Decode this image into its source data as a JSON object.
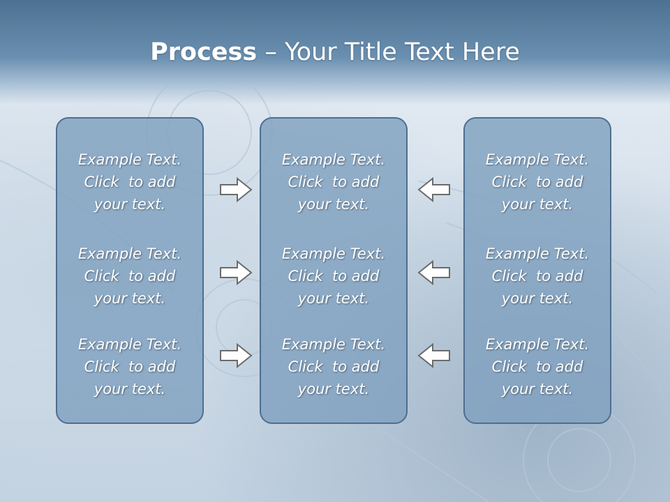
{
  "slide": {
    "title_bold": "Process",
    "title_rest": " – Your Title Text Here"
  },
  "columns": [
    {
      "items": [
        {
          "line1": "Example Text.",
          "line2": "Click  to add",
          "line3": "your text."
        },
        {
          "line1": "Example Text.",
          "line2": "Click  to add",
          "line3": "your text."
        },
        {
          "line1": "Example Text.",
          "line2": "Click  to add",
          "line3": "your text."
        }
      ]
    },
    {
      "items": [
        {
          "line1": "Example Text.",
          "line2": "Click  to add",
          "line3": "your text."
        },
        {
          "line1": "Example Text.",
          "line2": "Click  to add",
          "line3": "your text."
        },
        {
          "line1": "Example Text.",
          "line2": "Click  to add",
          "line3": "your text."
        }
      ]
    },
    {
      "items": [
        {
          "line1": "Example Text.",
          "line2": "Click  to add",
          "line3": "your text."
        },
        {
          "line1": "Example Text.",
          "line2": "Click  to add",
          "line3": "your text."
        },
        {
          "line1": "Example Text.",
          "line2": "Click  to add",
          "line3": "your text."
        }
      ]
    }
  ],
  "arrows": {
    "left_group": [
      "right-arrow-icon",
      "right-arrow-icon",
      "right-arrow-icon"
    ],
    "right_group": [
      "left-arrow-icon",
      "left-arrow-icon",
      "left-arrow-icon"
    ]
  },
  "colors": {
    "header": "#4d7191",
    "box_fill": "#80a1c0",
    "box_border": "#4d6e8f",
    "text": "#ffffff",
    "arrow_fill": "#ffffff",
    "arrow_stroke": "#6b6b6b"
  }
}
